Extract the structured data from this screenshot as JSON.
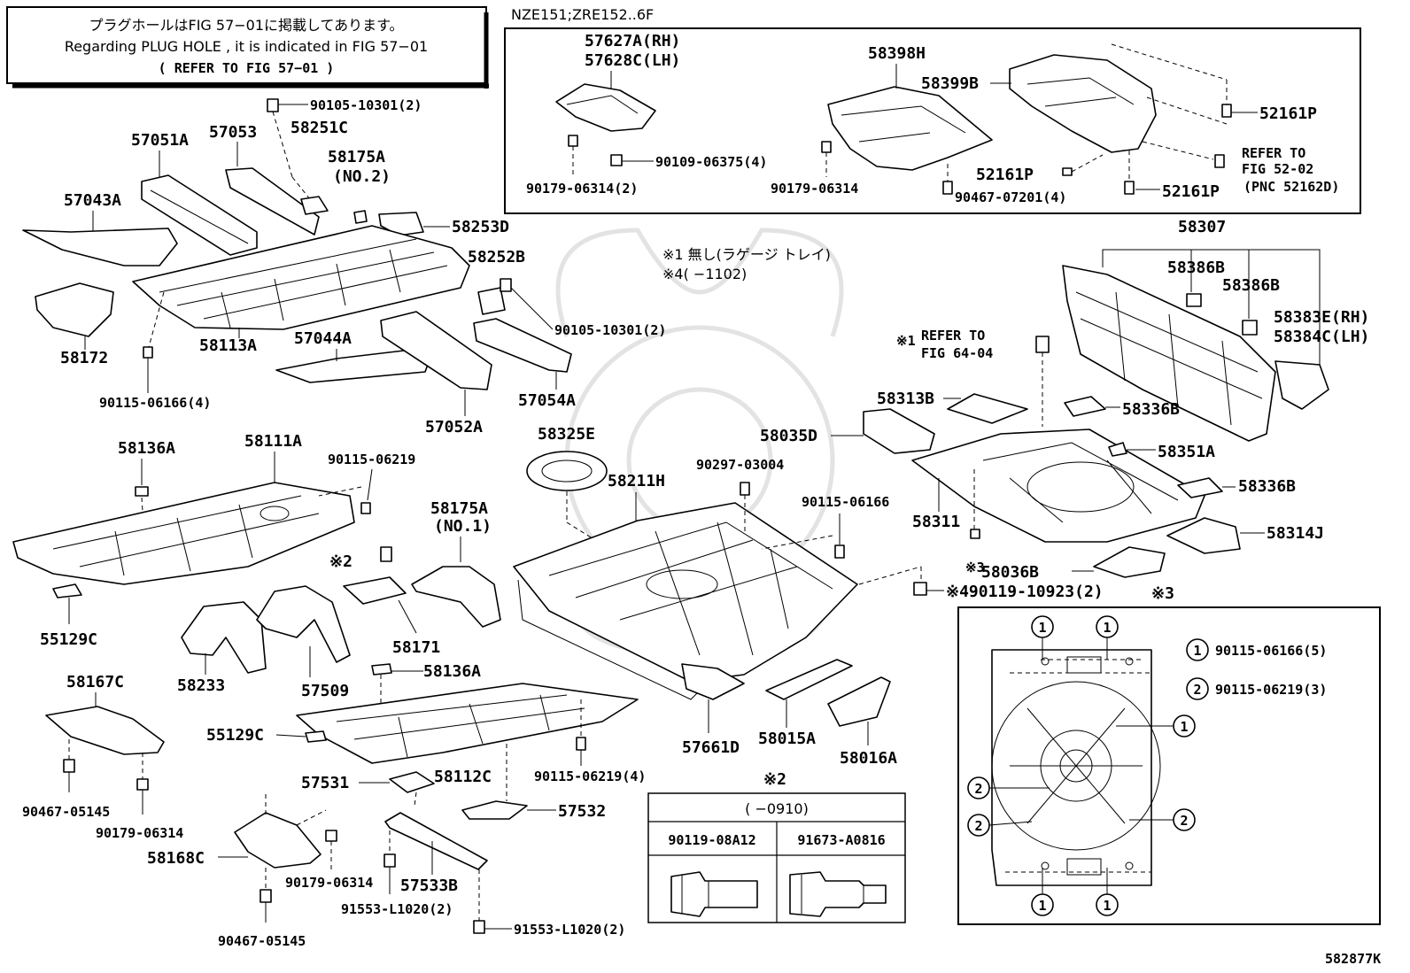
{
  "notice": {
    "line1": "プラグホールはFIG 57−01に掲載してあります。",
    "line2": "Regarding PLUG HOLE , it is indicated in FIG 57−01",
    "line3": "( REFER TO FIG 57−01 )"
  },
  "model_label": "NZE151;ZRE152..6F",
  "diagram_id": "582877K",
  "notes": {
    "n1": "※1 無し(ラゲージ トレイ)",
    "n4": "※4(    −1102)"
  },
  "parts": {
    "p57627A": "57627A(RH)",
    "p57628C": "57628C(LH)",
    "p58398H": "58398H",
    "p58399B": "58399B",
    "p52161P_a": "52161P",
    "p52161P_b": "52161P",
    "p52161P_c": "52161P",
    "refer5202_1": "REFER TO",
    "refer5202_2": "FIG 52-02",
    "refer5202_3": "(PNC 52162D)",
    "p90179_06314_2": "90179-06314(2)",
    "p90109_06375": "90109-06375(4)",
    "p90179_06314_a": "90179-06314",
    "p90467_07201": "90467-07201(4)",
    "p90105_10301_a": "90105-10301(2)",
    "p57051A": "57051A",
    "p57053": "57053",
    "p58251C": "58251C",
    "p58175A_2": "58175A",
    "p58175A_2b": "(NO.2)",
    "p57043A": "57043A",
    "p58253D": "58253D",
    "p58252B": "58252B",
    "p90105_10301_b": "90105-10301(2)",
    "p58172": "58172",
    "p58113A": "58113A",
    "p57044A": "57044A",
    "p90115_06166_4": "90115-06166(4)",
    "p57052A": "57052A",
    "p57054A": "57054A",
    "p58307": "58307",
    "p58386B_a": "58386B",
    "p58386B_b": "58386B",
    "p58383E": "58383E(RH)",
    "p58384C": "58384C(LH)",
    "refer6404_1": "REFER TO",
    "refer6404_2": "FIG 64-04",
    "mark1": "※1",
    "p58313B": "58313B",
    "p58336B_a": "58336B",
    "p58035D": "58035D",
    "p58351A": "58351A",
    "p58336B_b": "58336B",
    "p58311": "58311",
    "p58314J": "58314J",
    "mark3a": "※3",
    "p58036B": "58036B",
    "p90119_10923": "※490119-10923(2)",
    "p58136A_a": "58136A",
    "p58111A": "58111A",
    "p90115_06219_a": "90115-06219",
    "p58325E": "58325E",
    "p58211H": "58211H",
    "p90297_03004": "90297-03004",
    "p90115_06166_b": "90115-06166",
    "p58175A_1": "58175A",
    "p58175A_1b": "(NO.1)",
    "mark2": "※2",
    "p55129C_a": "55129C",
    "p58171": "58171",
    "p58233": "58233",
    "p57509": "57509",
    "p58136A_b": "58136A",
    "p58167C": "58167C",
    "p55129C_b": "55129C",
    "p57661D": "57661D",
    "p58015A": "58015A",
    "p58016A": "58016A",
    "p58112C": "58112C",
    "p90115_06219_4": "90115-06219(4)",
    "p90467_05145_a": "90467-05145",
    "p90179_06314_b": "90179-06314",
    "p57531": "57531",
    "p57532": "57532",
    "p58168C": "58168C",
    "p90179_06314_c": "90179-06314",
    "p57533B": "57533B",
    "p91553_L1020_a": "91553-L1020(2)",
    "p91553_L1020_b": "91553-L1020(2)",
    "p90467_05145_b": "90467-05145"
  },
  "table": {
    "mark": "※2",
    "header": "(    −0910)",
    "col1": "90119-08A12",
    "col2": "91673-A0816"
  },
  "detail3": {
    "mark": "※3",
    "c1": "1",
    "c2": "2",
    "legend1": "90115-06166(5)",
    "legend2": "90115-06219(3)"
  }
}
